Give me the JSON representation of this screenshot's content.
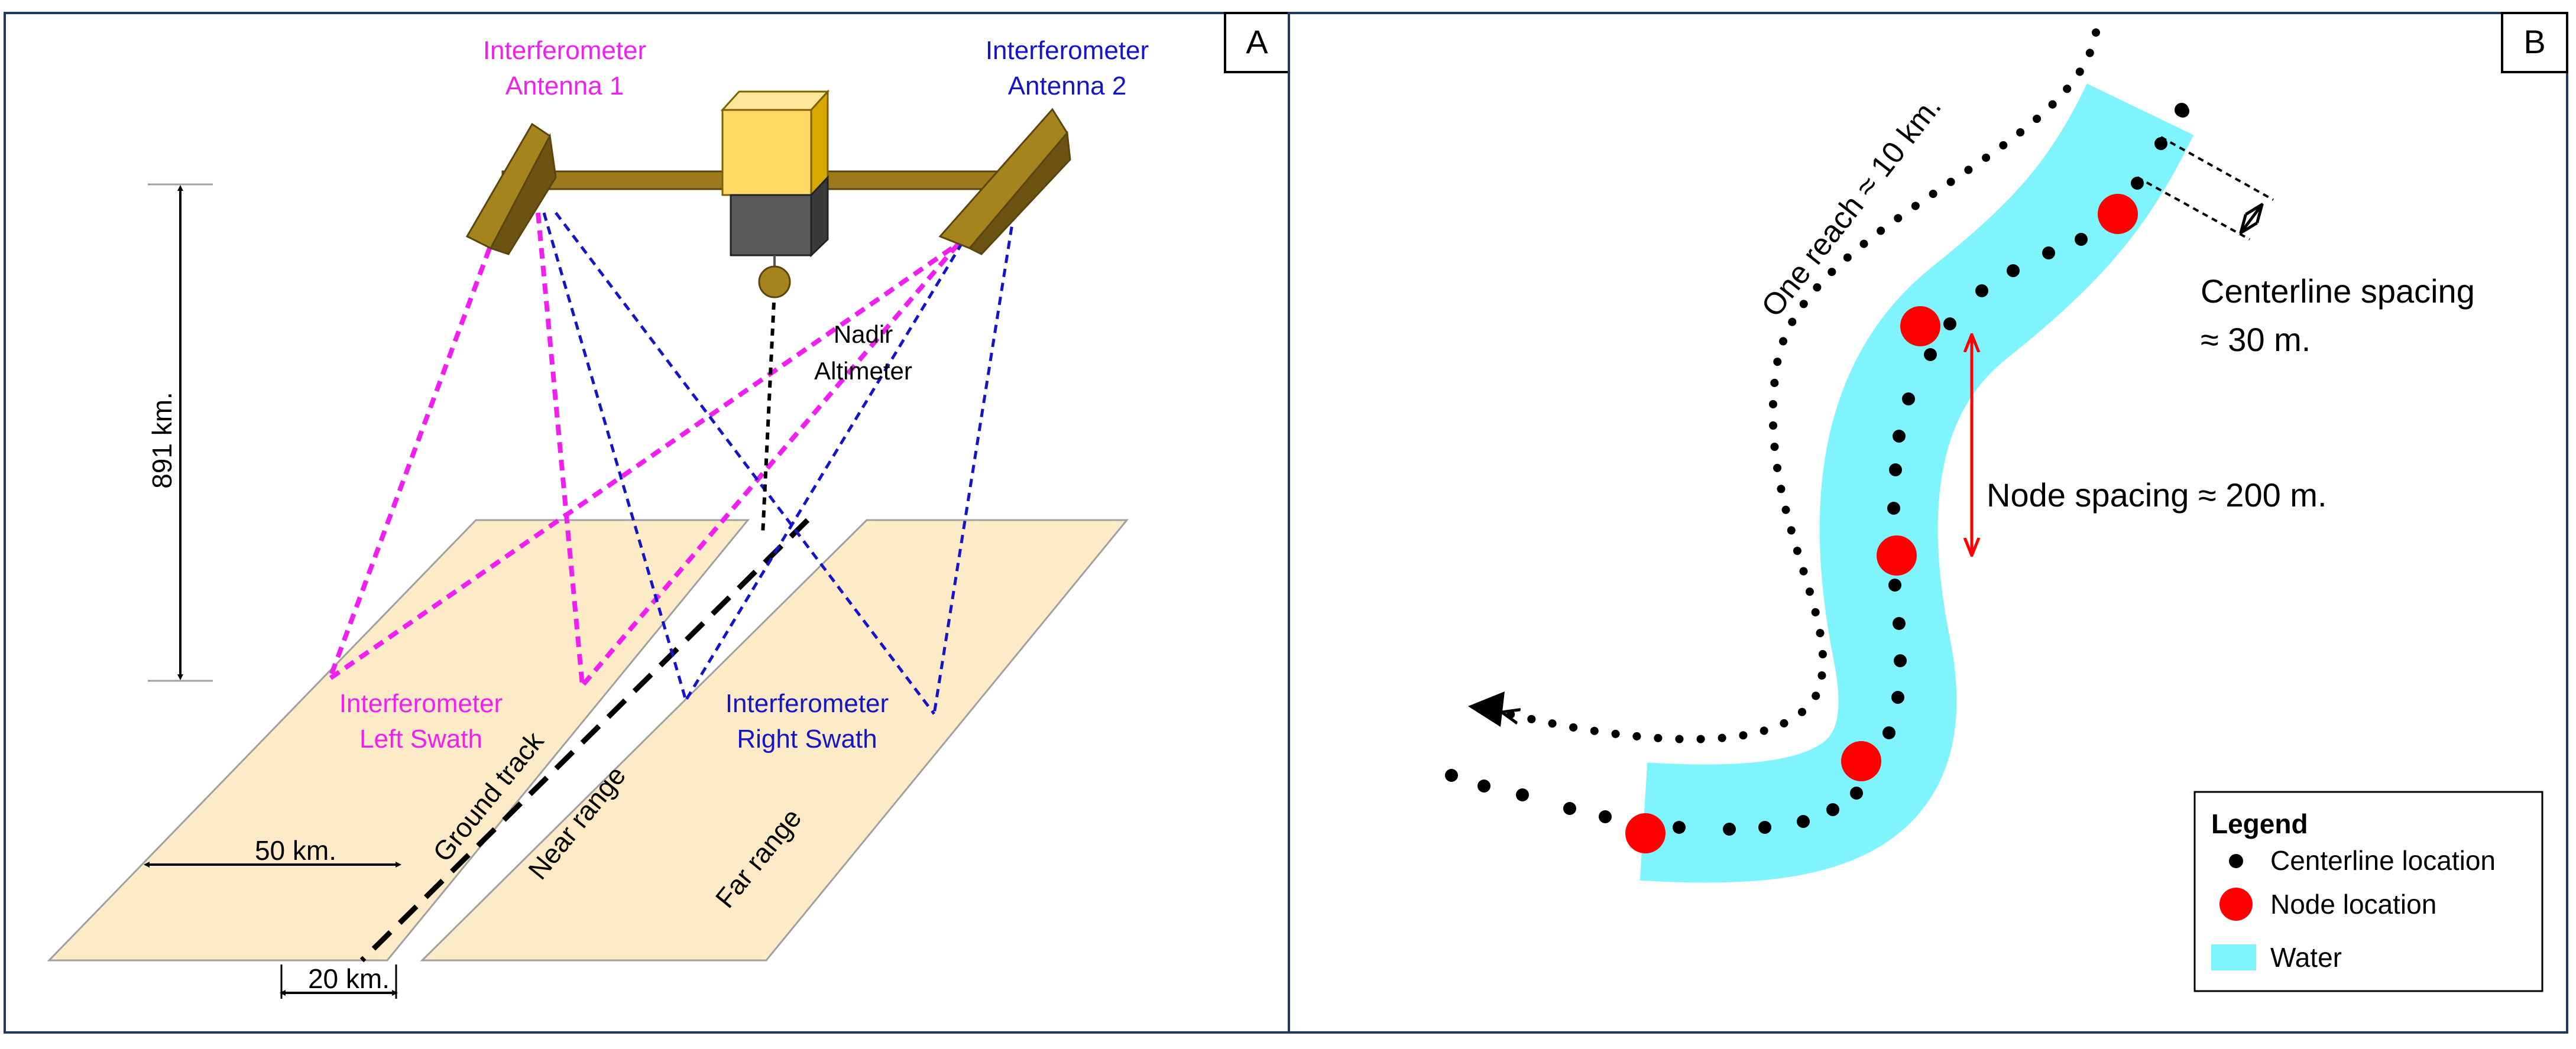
{
  "panel_a": {
    "badge": "A",
    "antenna1_line1": "Interferometer",
    "antenna1_line2": "Antenna 1",
    "antenna2_line1": "Interferometer",
    "antenna2_line2": "Antenna 2",
    "nadir_line1": "Nadir",
    "nadir_line2": "Altimeter",
    "altitude": "891 km.",
    "left_swath_line1": "Interferometer",
    "left_swath_line2": "Left Swath",
    "right_swath_line1": "Interferometer",
    "right_swath_line2": "Right Swath",
    "ground_track": "Ground track",
    "near_range": "Near range",
    "far_range": "Far range",
    "swath_width": "50 km.",
    "gap_width": "20 km."
  },
  "panel_b": {
    "badge": "B",
    "reach_label": "One reach ≈ 10 km.",
    "centerline_spacing_line1": "Centerline spacing",
    "centerline_spacing_line2": "≈ 30 m.",
    "node_spacing": "Node spacing ≈ 200 m.",
    "legend": {
      "title": "Legend",
      "centerline": "Centerline location",
      "node": "Node location",
      "water": "Water"
    }
  },
  "colors": {
    "magenta": "#f01ff0",
    "blue": "#1414c8",
    "swath_fill": "#fcebc6",
    "water": "#7ff4ff",
    "node": "#ff0000",
    "antenna": "#a5841e",
    "boom": "#9e7a1d",
    "satellite_top": "#ffd966",
    "satellite_bottom": "#5a5a5a"
  }
}
